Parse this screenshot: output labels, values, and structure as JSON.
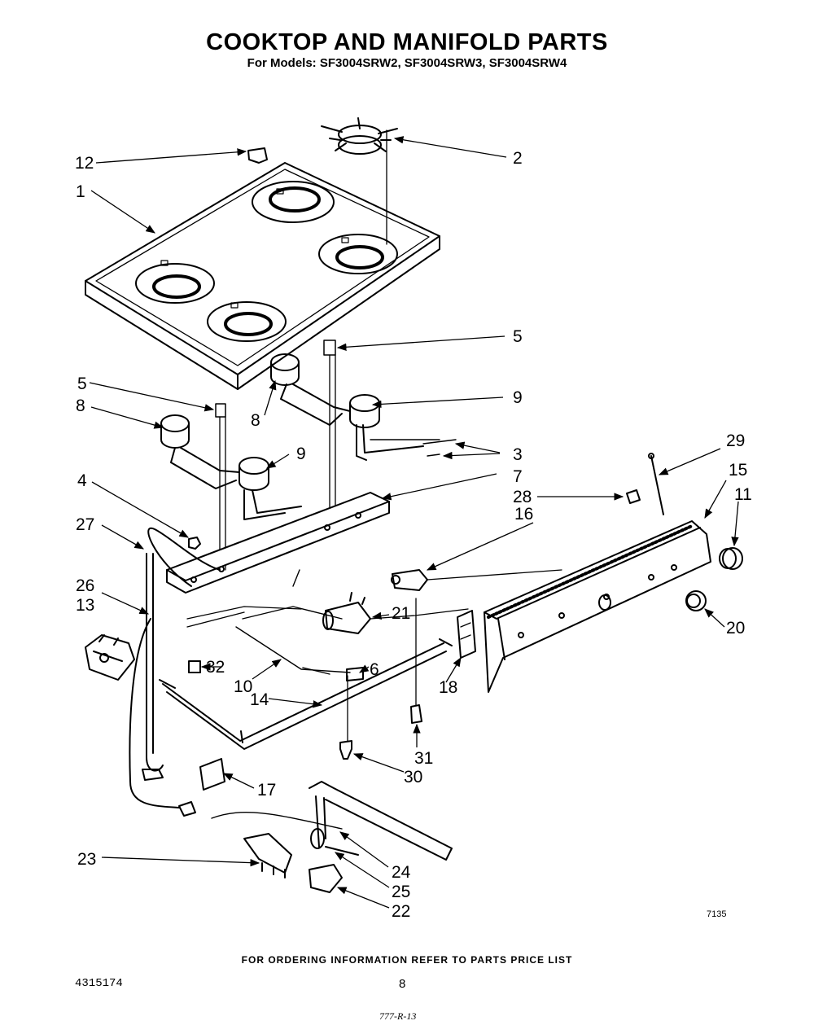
{
  "title": "COOKTOP AND MANIFOLD PARTS",
  "subtitle": "For Models: SF3004SRW2, SF3004SRW3, SF3004SRW4",
  "footer": "FOR ORDERING INFORMATION REFER TO PARTS PRICE LIST",
  "doc_number": "4315174",
  "page_number": "8",
  "figure_number": "7135",
  "handwritten_note": "777-R-13",
  "callouts": [
    "1",
    "2",
    "3",
    "4",
    "5",
    "5",
    "6",
    "7",
    "8",
    "8",
    "9",
    "9",
    "10",
    "11",
    "12",
    "13",
    "14",
    "15",
    "16",
    "17",
    "18",
    "20",
    "21",
    "22",
    "23",
    "24",
    "25",
    "26",
    "27",
    "28",
    "29",
    "30",
    "31",
    "32"
  ]
}
